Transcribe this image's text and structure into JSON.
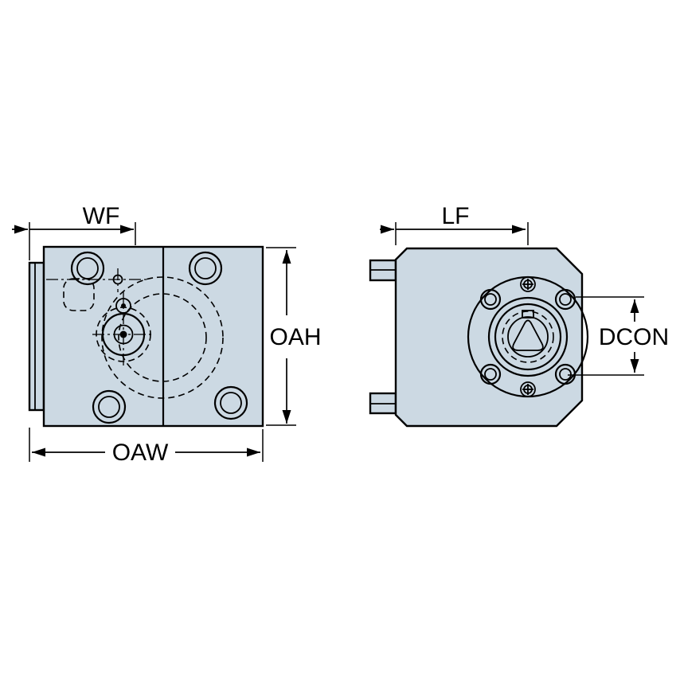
{
  "colors": {
    "body_fill": "#ccd9e3",
    "line": "#000000",
    "text": "#000000",
    "background": "#ffffff"
  },
  "labels": {
    "wf": "WF",
    "oah": "OAH",
    "oaw": "OAW",
    "lf": "LF",
    "dcon": "DCON"
  }
}
